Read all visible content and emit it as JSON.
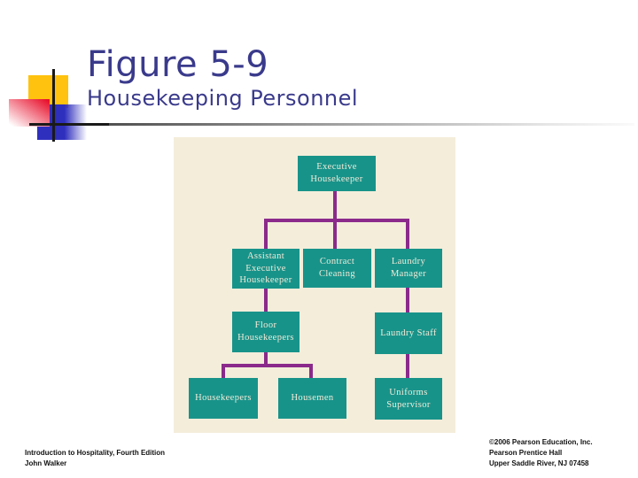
{
  "slide": {
    "title": "Figure 5-9",
    "subtitle": "Housekeeping Personnel",
    "footer_left": {
      "line1": "Introduction to Hospitality, Fourth Edition",
      "line2": "John Walker"
    },
    "footer_right": {
      "line1": "©2006 Pearson Education, Inc.",
      "line2": "Pearson Prentice Hall",
      "line3": "Upper Saddle River, NJ 07458"
    }
  },
  "diagram": {
    "type": "org-chart",
    "nodes": [
      {
        "id": "executive-housekeeper",
        "label": "Executive Housekeeper",
        "reports_to": null
      },
      {
        "id": "assistant-executive-housekeeper",
        "label": "Assistant Executive Housekeeper",
        "reports_to": "executive-housekeeper"
      },
      {
        "id": "contract-cleaning",
        "label": "Contract Cleaning",
        "reports_to": "executive-housekeeper"
      },
      {
        "id": "laundry-manager",
        "label": "Laundry Manager",
        "reports_to": "executive-housekeeper"
      },
      {
        "id": "floor-housekeepers",
        "label": "Floor Housekeepers",
        "reports_to": "assistant-executive-housekeeper"
      },
      {
        "id": "laundry-staff",
        "label": "Laundry Staff",
        "reports_to": "laundry-manager"
      },
      {
        "id": "housekeepers",
        "label": "Housekeepers",
        "reports_to": "floor-housekeepers"
      },
      {
        "id": "housemen",
        "label": "Housemen",
        "reports_to": "floor-housekeepers"
      },
      {
        "id": "uniforms-supervisor",
        "label": "Uniforms Supervisor",
        "reports_to": "laundry-staff"
      }
    ]
  },
  "colors": {
    "title_text": "#3a3a8c",
    "panel_background": "#f3edda",
    "node_fill": "#18938a",
    "node_text": "#f1ecd9",
    "connector": "#8b2a8b",
    "accent_yellow": "#ffc20e",
    "accent_red": "#e8112d",
    "accent_blue": "#2f2fbe",
    "footer_text": "#111111"
  }
}
